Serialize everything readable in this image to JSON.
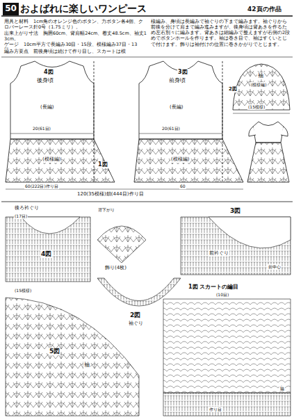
{
  "diagram": {
    "title": "およばれに楽しいワンピース",
    "nodes": [
      {
        "text": [
          "50"
        ]
      }
    ],
    "labels": [
      "42頁の作品",
      "用具と材料　1cm角のオレンジ色のボタン、力ボタン各4個、クロバーレース針0号（1.75ミリ）。",
      "出来上がり寸法　胸囲60cm、背肩幅24cm、着丈48.5cm、袖丈13cm。",
      "ゲージ　10cm平方で長編み30目・15段、模様編み37目・13段。",
      "編み方要点　前後身頃は続けて作り目し、スカートは模",
      "様編み、身頃は長編みで袖ぐりの下まで編みます。袖ぐりから前後を分けて肩まで編み進みますが、後身頃は背あきを作るため左右別々に編みます。背あきは細編みで整えますが右側の2段めでボタンホールを作ります。袖は巻き目で、袖はすくいとじで付けます。飾りは袖付けの位置に巻きかがりでとじます。",
      "4図",
      "後身頃",
      "(長編)",
      "20(61目)",
      "(模様編)",
      "1図",
      "60(222目)作り目",
      "前身頃",
      "3図",
      "(長編)",
      "20(61目)",
      "(模様編)",
      "60",
      "120(35模様)鎖(444目)作り目",
      "袖",
      "(模様編)",
      "(15模様)",
      "2図",
      "後ろ衿ぐり",
      "背下がり",
      "4図",
      "飾り(4枚)",
      "3図",
      "前衿ぐり",
      "2図",
      "袖ぐり",
      "5図",
      "袖",
      "(15模様)",
      "1図 スカートの編目",
      "(10目)",
      "作り目",
      "(17目)",
      "前中心",
      "脇"
    ]
  }
}
